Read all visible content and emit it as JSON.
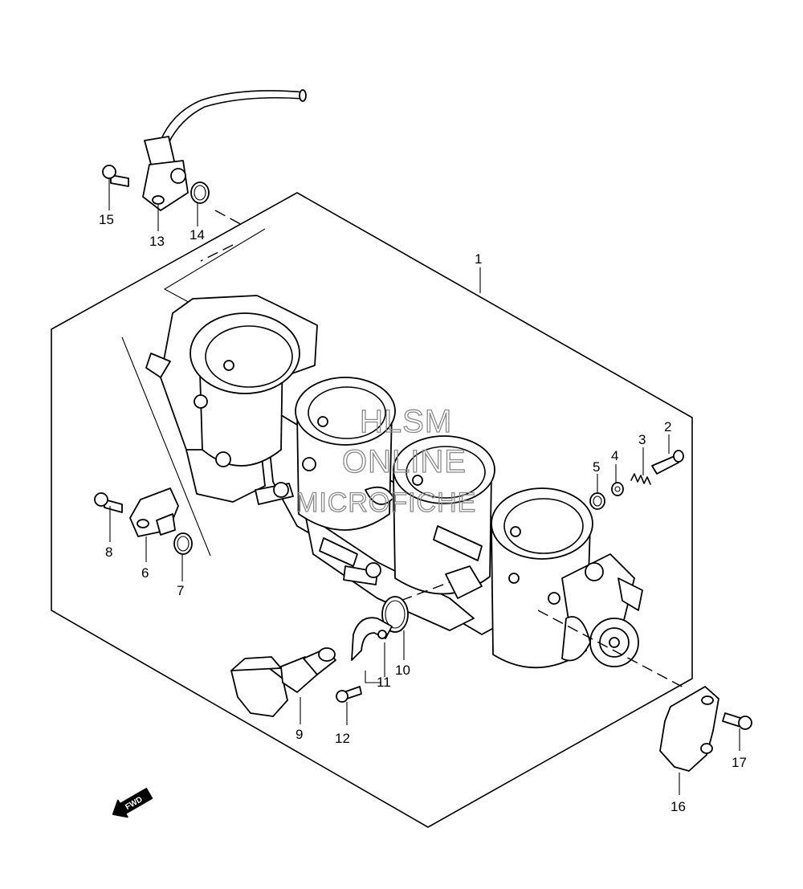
{
  "watermark": {
    "line1": "HLSM",
    "line2": "ONLINE",
    "line3": "MICROFICHE"
  },
  "direction_arrow": {
    "label": "FWD"
  },
  "parts": [
    {
      "id": "1",
      "label": "1"
    },
    {
      "id": "2",
      "label": "2"
    },
    {
      "id": "3",
      "label": "3"
    },
    {
      "id": "4",
      "label": "4"
    },
    {
      "id": "5",
      "label": "5"
    },
    {
      "id": "6",
      "label": "6"
    },
    {
      "id": "7",
      "label": "7"
    },
    {
      "id": "8",
      "label": "8"
    },
    {
      "id": "9",
      "label": "9"
    },
    {
      "id": "10",
      "label": "10"
    },
    {
      "id": "11",
      "label": "11"
    },
    {
      "id": "12",
      "label": "12"
    },
    {
      "id": "13",
      "label": "13"
    },
    {
      "id": "14",
      "label": "14"
    },
    {
      "id": "15",
      "label": "15"
    },
    {
      "id": "16",
      "label": "16"
    },
    {
      "id": "17",
      "label": "17"
    }
  ]
}
